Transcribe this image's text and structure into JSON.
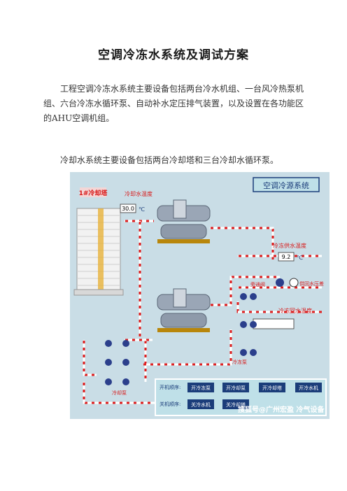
{
  "document": {
    "title": "空调冷冻水系统及调试方案",
    "paragraph1": "工程空调冷冻水系统主要设备包括两台冷水机组、一台风冷热泵机组、六台冷冻水循环泵、自动补水定压排气装置，以及设置在各功能区的AHU空调机组。",
    "paragraph2": "冷却水系统主要设备包括两台冷却塔和三台冷却水循环泵。"
  },
  "figure": {
    "panel_title": "空调冷源系统",
    "tower_label": "1#冷却塔",
    "cooling_water_temp_label": "冷却水温度",
    "cooling_water_temp_value": "30.0",
    "temp_unit": "℃",
    "chilled_supply_temp_label": "冷冻供水温度",
    "chilled_supply_temp_value": "9.2",
    "bypass_valve_label": "旁通阀",
    "pressure_diff_label": "供回水压差",
    "chilled_return_temp_label": "冷冻回水温度",
    "chilled_pump_label": "冷冻泵",
    "cooling_pump_label": "冷却泵",
    "start_seq_label": "开机顺序:",
    "stop_seq_label": "关机顺序:",
    "start_buttons": [
      "开冷冻泵",
      "开冷却泵",
      "开冷却塔",
      "开冷水机"
    ],
    "stop_buttons": [
      "关冷水机",
      "关冷却塔"
    ],
    "watermark": "搜狐号@广州宏盈 冷气设备"
  },
  "colors": {
    "figure_bg": "#c9dde6",
    "pipe_red": "#e02020",
    "pipe_white": "#ffffff",
    "label_red": "#d81a1a",
    "valve_blue": "#2b3f8c",
    "panel_bg": "#bfe0e8"
  }
}
